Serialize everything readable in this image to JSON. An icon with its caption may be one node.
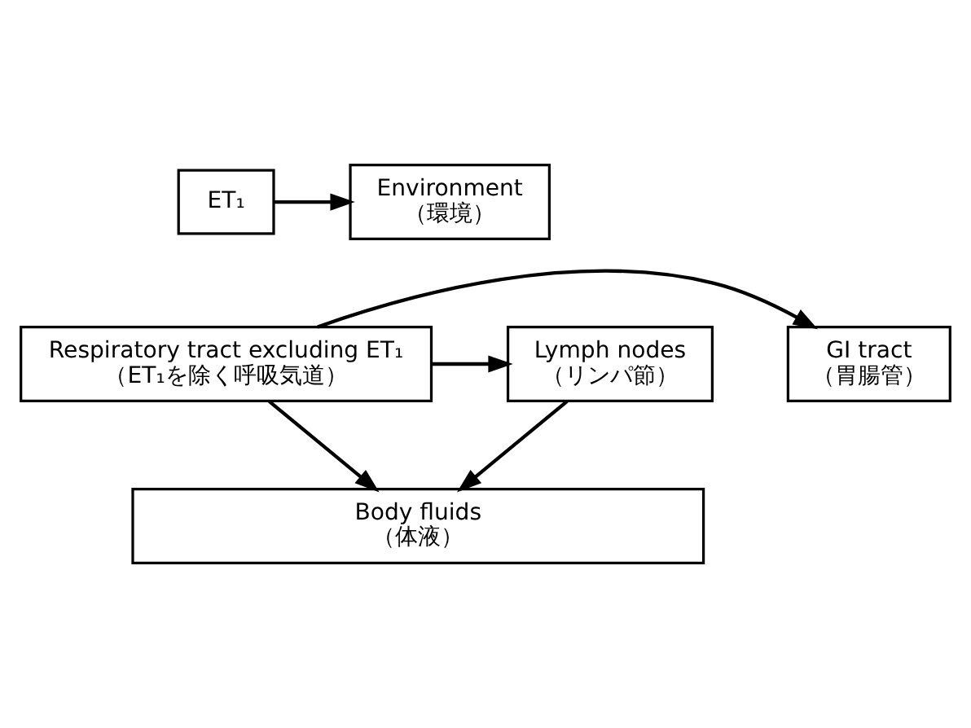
{
  "diagram": {
    "nodes": [
      {
        "text": [
          "ET₁"
        ]
      },
      {
        "text": [
          "Environment",
          "（環境）"
        ]
      },
      {
        "text": [
          "Lymph nodes",
          "（リンパ節）"
        ]
      },
      {
        "text": [
          "Respiratory tract excluding ET₁",
          "（ET₁を除く呼吸気道）"
        ]
      },
      {
        "text": [
          "GI tract",
          "（胃腸管）"
        ]
      },
      {
        "text": [
          "Body fluids",
          "（体液）"
        ]
      }
    ],
    "edges": [
      {
        "from": 0,
        "to": 1,
        "arrow": "to"
      },
      {
        "from": 3,
        "to": 2,
        "arrow": "to"
      },
      {
        "from": 3,
        "to": 4,
        "arrow": "to"
      },
      {
        "from": 2,
        "to": 5,
        "arrow": "to"
      },
      {
        "from": 3,
        "to": 5,
        "arrow": "to"
      }
    ]
  }
}
